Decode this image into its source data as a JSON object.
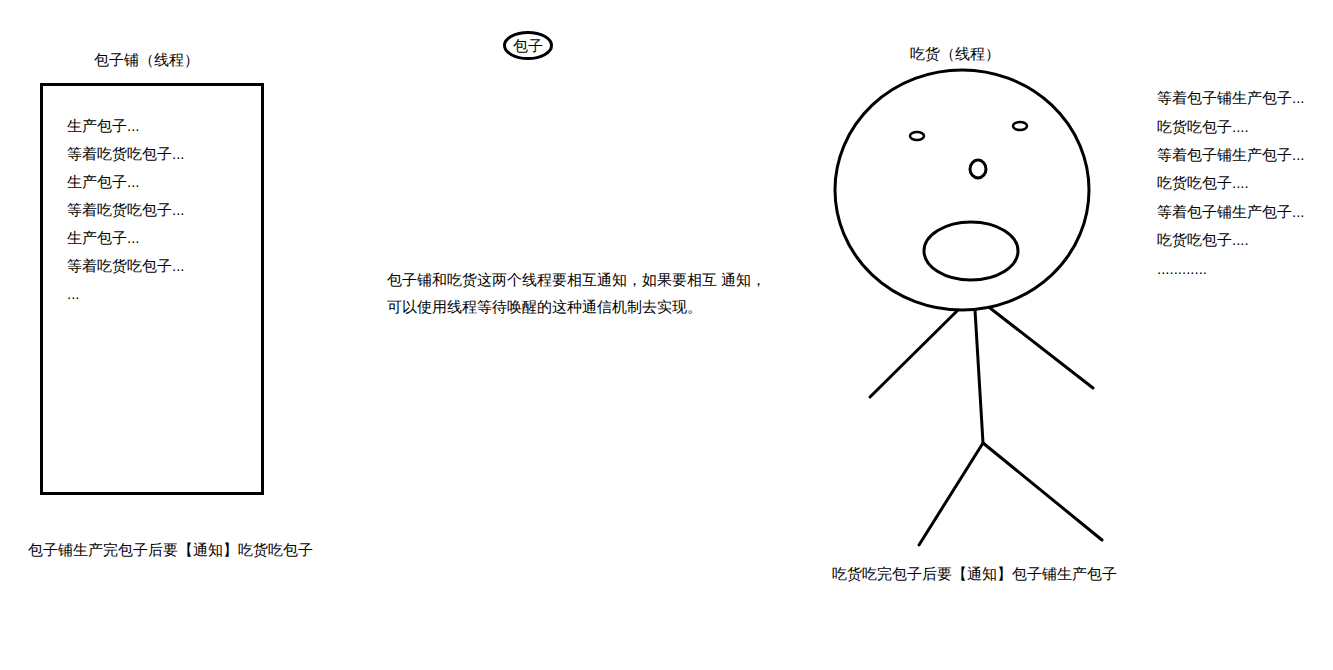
{
  "diagram": {
    "nodes": [
      {
        "text": [
          "包子铺（线程）",
          "生产包子...",
          "等着吃货吃包子...",
          "生产包子...",
          "等着吃货吃包子...",
          "生产包子...",
          "等着吃货吃包子...",
          "..."
        ]
      },
      {
        "text": [
          "包子"
        ]
      }
    ],
    "labels": [
      "吃货（线程）",
      "包子铺和吃货这两个线程要相互通知，如果要相互 通知，可以使用线程等待唤醒的这种通信机制去实现。",
      "等着包子铺生产包子...",
      "吃货吃包子....",
      "等着包子铺生产包子...",
      "吃货吃包子....",
      "等着包子铺生产包子...",
      "吃货吃包子....",
      "............",
      "包子铺生产完包子后要【通知】吃货吃包子",
      "吃货吃完包子后要【通知】包子铺生产包子"
    ]
  }
}
